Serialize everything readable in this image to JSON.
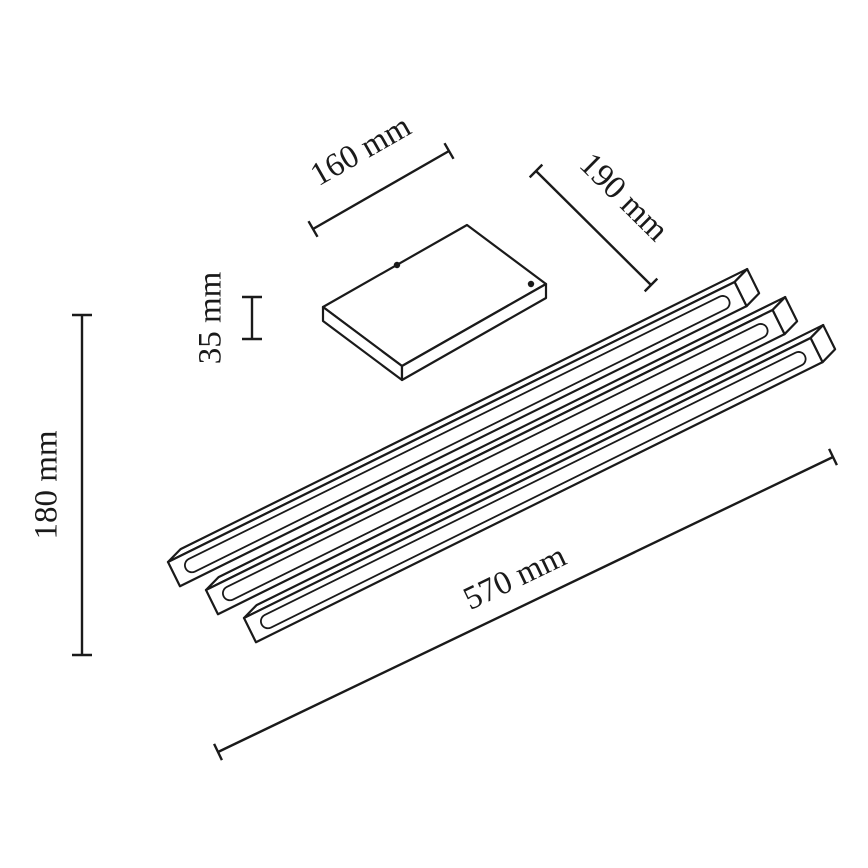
{
  "meta": {
    "title": "Ceiling light fixture technical dimension drawing"
  },
  "colors": {
    "line": "#1a1a1a",
    "fill": "#ffffff"
  },
  "dimensions": {
    "canopy_width": {
      "label": "160 mm"
    },
    "canopy_depth": {
      "label": "190 mm"
    },
    "bar_thickness": {
      "label": "35 mm"
    },
    "fixture_height": {
      "label": "180 mm"
    },
    "fixture_length": {
      "label": "570 mm"
    }
  }
}
